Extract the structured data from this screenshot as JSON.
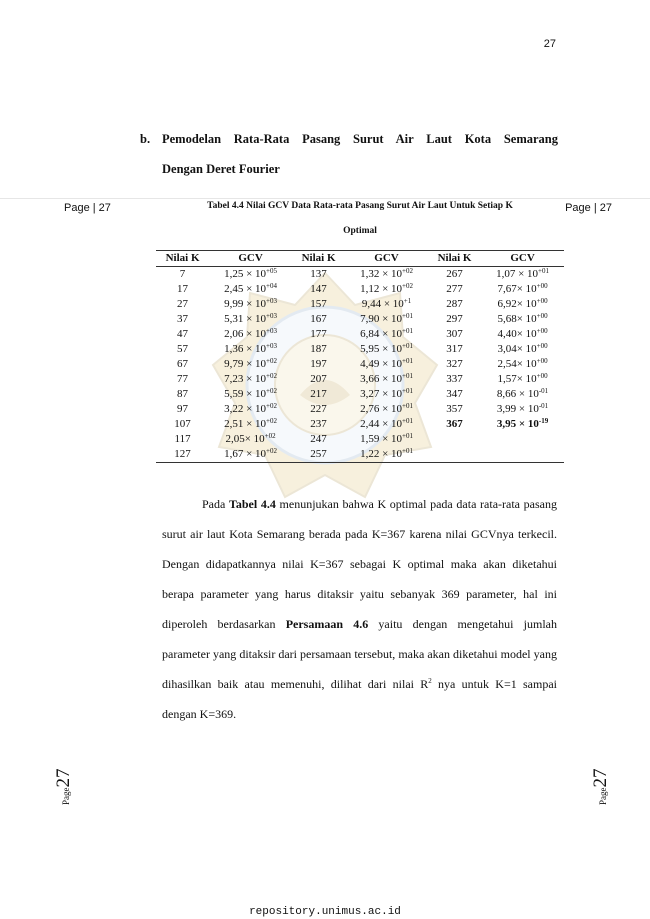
{
  "page_number": "27",
  "header": {
    "left": "Page | 27",
    "right": "Page | 27"
  },
  "section": {
    "marker": "b.",
    "title_line1": "Pemodelan Rata-Rata Pasang Surut Air Laut Kota Semarang",
    "title_line2": "Dengan Deret Fourier"
  },
  "table": {
    "caption_line1": "Tabel 4.4 Nilai GCV Data Rata-rata Pasang Surut Air Laut Untuk Setiap K",
    "caption_line2": "Optimal",
    "headers": [
      "Nilai K",
      "GCV",
      "Nilai K",
      "GCV",
      "Nilai K",
      "GCV"
    ],
    "rows": [
      [
        {
          "k": "7",
          "m": "1,25 × 10",
          "e": "+05"
        },
        {
          "k": "137",
          "m": "1,32 × 10",
          "e": "+02"
        },
        {
          "k": "267",
          "m": "1,07 × 10",
          "e": "+01"
        }
      ],
      [
        {
          "k": "17",
          "m": "2,45 × 10",
          "e": "+04"
        },
        {
          "k": "147",
          "m": "1,12 × 10",
          "e": "+02"
        },
        {
          "k": "277",
          "m": "7,67× 10",
          "e": "+00"
        }
      ],
      [
        {
          "k": "27",
          "m": "9,99 × 10",
          "e": "+03"
        },
        {
          "k": "157",
          "m": "9,44 × 10",
          "e": "+1"
        },
        {
          "k": "287",
          "m": "6,92× 10",
          "e": "+00"
        }
      ],
      [
        {
          "k": "37",
          "m": "5,31 × 10",
          "e": "+03"
        },
        {
          "k": "167",
          "m": "7,90 × 10",
          "e": "+01"
        },
        {
          "k": "297",
          "m": "5,68× 10",
          "e": "+00"
        }
      ],
      [
        {
          "k": "47",
          "m": "2,06 × 10",
          "e": "+03"
        },
        {
          "k": "177",
          "m": "6,84 × 10",
          "e": "+01"
        },
        {
          "k": "307",
          "m": "4,40× 10",
          "e": "+00"
        }
      ],
      [
        {
          "k": "57",
          "m": "1,36 × 10",
          "e": "+03"
        },
        {
          "k": "187",
          "m": "5,95 × 10",
          "e": "+01"
        },
        {
          "k": "317",
          "m": "3,04× 10",
          "e": "+00"
        }
      ],
      [
        {
          "k": "67",
          "m": "9,79 × 10",
          "e": "+02"
        },
        {
          "k": "197",
          "m": "4,49 × 10",
          "e": "+01"
        },
        {
          "k": "327",
          "m": "2,54× 10",
          "e": "+00"
        }
      ],
      [
        {
          "k": "77",
          "m": "7,23 × 10",
          "e": "+02"
        },
        {
          "k": "207",
          "m": "3,66 × 10",
          "e": "+01"
        },
        {
          "k": "337",
          "m": "1,57× 10",
          "e": "+00"
        }
      ],
      [
        {
          "k": "87",
          "m": "5,59 × 10",
          "e": "+02"
        },
        {
          "k": "217",
          "m": "3,27 × 10",
          "e": "+01"
        },
        {
          "k": "347",
          "m": "8,66 × 10",
          "e": "-01"
        }
      ],
      [
        {
          "k": "97",
          "m": "3,22 × 10",
          "e": "+02"
        },
        {
          "k": "227",
          "m": "2,76 × 10",
          "e": "+01"
        },
        {
          "k": "357",
          "m": "3,99 × 10",
          "e": "-01"
        }
      ],
      [
        {
          "k": "107",
          "m": "2,51 × 10",
          "e": "+02"
        },
        {
          "k": "237",
          "m": "2,44 × 10",
          "e": "+01"
        },
        {
          "k": "367",
          "m": "3,95 × 10",
          "e": "-19",
          "bold": true
        }
      ],
      [
        {
          "k": "117",
          "m": "2,05× 10",
          "e": "+02"
        },
        {
          "k": "247",
          "m": "1,59 × 10",
          "e": "+01"
        },
        null
      ],
      [
        {
          "k": "127",
          "m": "1,67 × 10",
          "e": "+02"
        },
        {
          "k": "257",
          "m": "1,22 × 10",
          "e": "+01"
        },
        null
      ]
    ]
  },
  "paragraph": {
    "p1": "Pada ",
    "b1": "Tabel 4.4",
    "p2": " menunjukan bahwa K optimal pada data rata-rata pasang surut air laut Kota Semarang berada pada K=367 karena nilai GCVnya terkecil. Dengan didapatkannya nilai K=367 sebagai K optimal maka akan diketahui berapa parameter yang harus ditaksir yaitu sebanyak 369 parameter, hal ini diperoleh berdasarkan ",
    "b2": "Persamaan 4.6",
    "p3": " yaitu dengan mengetahui jumlah parameter yang ditaksir dari persamaan tersebut, maka akan diketahui model yang dihasilkan baik atau memenuhi, dilihat dari nilai R",
    "sup": "2",
    "p4": " nya untuk K=1 sampai dengan K=369."
  },
  "side_label": {
    "small": "Page",
    "number": "27"
  },
  "footer_url": "repository.unimus.ac.id",
  "watermark_icon": "university-seal-icon"
}
